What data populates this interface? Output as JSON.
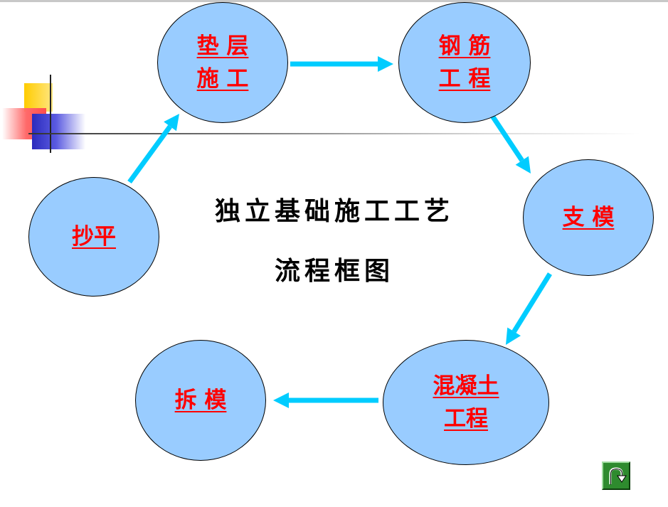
{
  "title": {
    "line1": "独立基础施工工艺",
    "line2": "流程框图"
  },
  "steps": [
    {
      "id": "chaoping",
      "lines": [
        "抄平"
      ]
    },
    {
      "id": "diancen",
      "lines": [
        "垫 层",
        "施 工"
      ]
    },
    {
      "id": "gangjin",
      "lines": [
        "钢 筋",
        "工 程"
      ]
    },
    {
      "id": "zhimo",
      "lines": [
        "支 模"
      ]
    },
    {
      "id": "hunningtu",
      "lines": [
        "混凝土",
        "工程"
      ]
    },
    {
      "id": "chaimo",
      "lines": [
        "拆 模"
      ]
    }
  ],
  "flow": [
    "chaoping",
    "diancen",
    "gangjin",
    "zhimo",
    "hunningtu",
    "chaimo"
  ],
  "colors": {
    "node_fill": "#99ccff",
    "node_text": "#ff0000",
    "arrow": "#00ccff",
    "deco_yellow": "#ffcc00",
    "deco_red": "#ff6666",
    "deco_blue": "#3333cc"
  },
  "nav": {
    "return_icon": "return-arrow-icon"
  }
}
